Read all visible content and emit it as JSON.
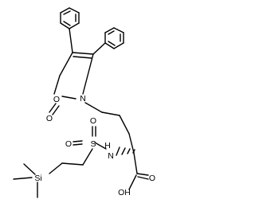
{
  "molecule": {
    "atom_labels": {
      "oxazole_ring_o": "O",
      "carbonyl_o": "O",
      "ring_n": "N",
      "sulfur": "S",
      "sulfonyl_o1": "O",
      "sulfonyl_o2": "O",
      "amide_n": "N",
      "amide_h": "H",
      "silicon": "Si",
      "acid_oh": "OH",
      "acid_o": "O"
    }
  }
}
